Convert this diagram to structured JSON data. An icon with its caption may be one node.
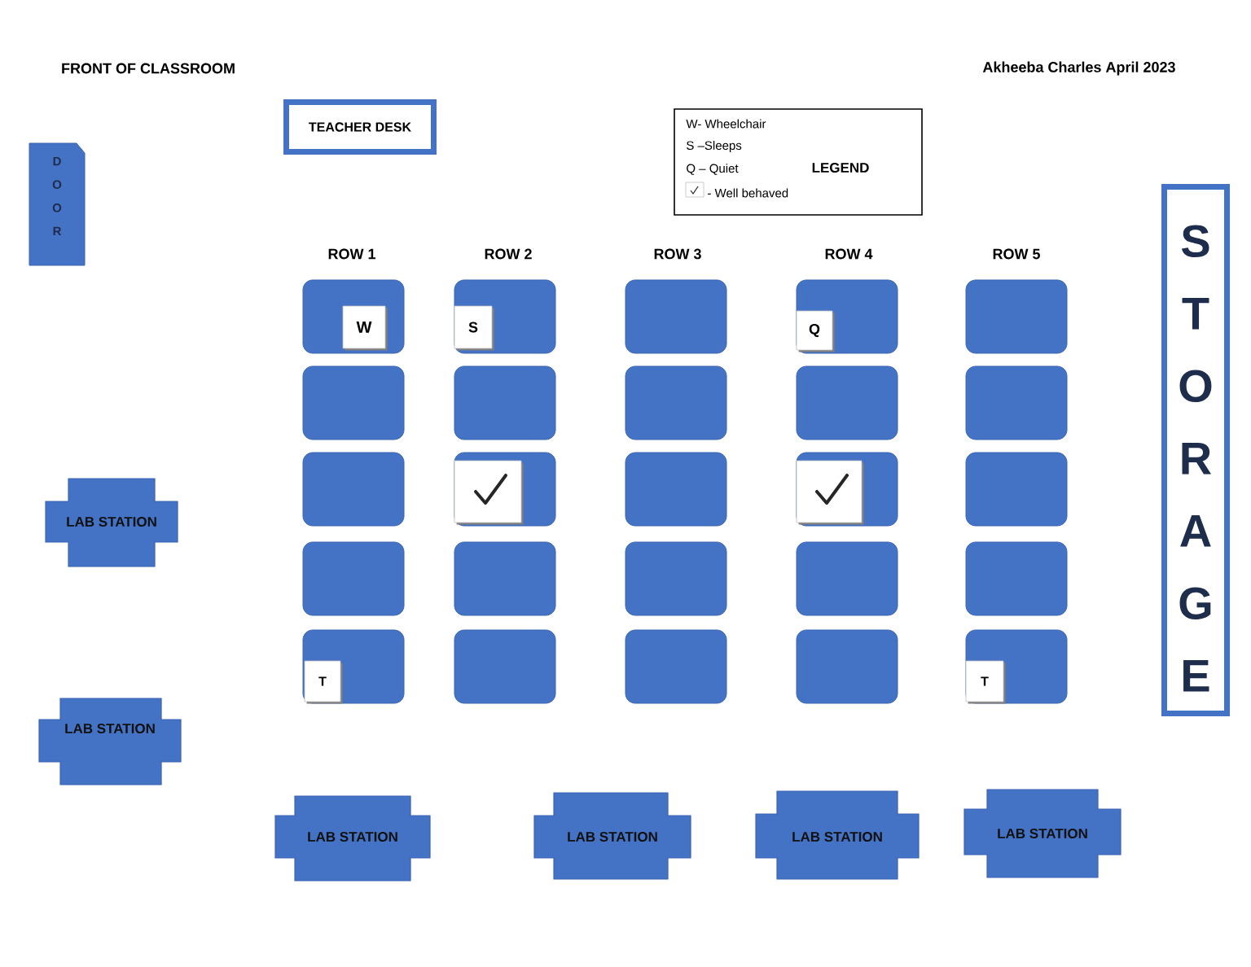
{
  "diagram": {
    "nodes": [
      {
        "text": [
          "TEACHER DESK"
        ]
      },
      {
        "text": [
          "D O O R"
        ]
      },
      {
        "text": [
          "S T O R A G E"
        ]
      },
      {
        "text": [],
        "shape": "box"
      },
      {
        "text": [
          "W"
        ],
        "in": 3
      },
      {
        "text": [],
        "shape": "box"
      },
      {
        "text": [
          "S"
        ],
        "in": 5
      },
      {
        "text": [],
        "shape": "box"
      },
      {
        "text": [],
        "shape": "box"
      },
      {
        "text": [
          "Q"
        ],
        "in": 8
      },
      {
        "text": [],
        "shape": "box"
      },
      {
        "text": [],
        "shape": "box"
      },
      {
        "text": [],
        "shape": "box"
      },
      {
        "text": [],
        "shape": "box"
      },
      {
        "text": [],
        "shape": "box"
      },
      {
        "text": [],
        "shape": "box"
      },
      {
        "text": [],
        "shape": "box"
      },
      {
        "text": [],
        "shape": "box"
      },
      {
        "text": [],
        "shape": "box",
        "in": 17
      },
      {
        "text": [],
        "shape": "box"
      },
      {
        "text": [],
        "shape": "box"
      },
      {
        "text": [],
        "shape": "box",
        "in": 20
      },
      {
        "text": [],
        "shape": "box"
      },
      {
        "text": [],
        "shape": "box"
      },
      {
        "text": [],
        "shape": "box"
      },
      {
        "text": [],
        "shape": "box"
      },
      {
        "text": [],
        "shape": "box"
      },
      {
        "text": [],
        "shape": "box"
      },
      {
        "text": [],
        "shape": "box"
      },
      {
        "text": [
          "T"
        ],
        "in": 28
      },
      {
        "text": [],
        "shape": "box"
      },
      {
        "text": [],
        "shape": "box"
      },
      {
        "text": [],
        "shape": "box"
      },
      {
        "text": [],
        "shape": "box"
      },
      {
        "text": [
          "T"
        ],
        "in": 33
      },
      {
        "text": [
          "LAB STATION"
        ]
      },
      {
        "text": [
          "LAB STATION"
        ]
      },
      {
        "text": [
          "LAB STATION"
        ]
      },
      {
        "text": [
          "LAB STATION"
        ]
      },
      {
        "text": [
          "LAB STATION"
        ]
      },
      {
        "text": [
          "LAB STATION"
        ]
      }
    ],
    "labels": [
      "FRONT OF CLASSROOM",
      "Akheeba Charles April 2023",
      "LEGEND",
      "ROW 1",
      "ROW 2",
      "ROW 3",
      "ROW 4",
      "ROW 5"
    ],
    "legend": [
      {
        "text": "W- Wheelchair"
      },
      {
        "text": "S –Sleeps"
      },
      {
        "text": "Q – Quiet"
      },
      {
        "text": "- Well behaved"
      }
    ]
  }
}
